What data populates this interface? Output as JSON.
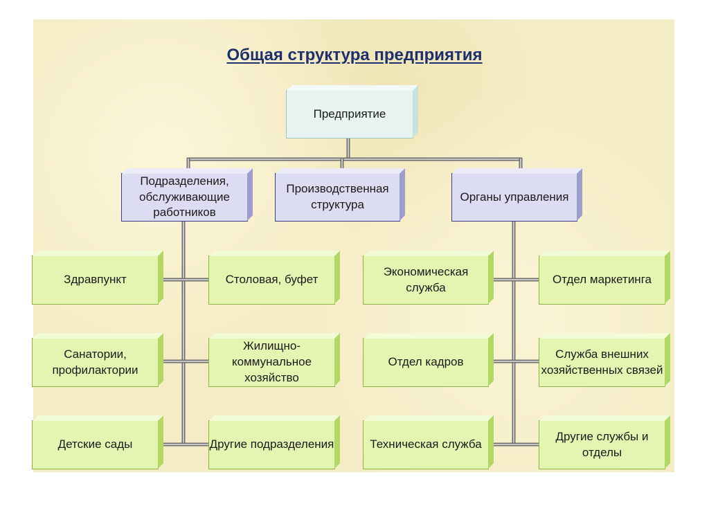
{
  "title": "Общая структура предприятия",
  "root": {
    "label": "Предприятие"
  },
  "branches": [
    {
      "label": "Подразделения, обслуживающие работников",
      "children": [
        "Здравпункт",
        "Столовая, буфет",
        "Санатории, профилактории",
        "Жилищно-коммунальное хозяйство",
        "Детские сады",
        "Другие подразделения"
      ]
    },
    {
      "label": "Производственная структура",
      "children": []
    },
    {
      "label": "Органы управления",
      "children": [
        "Экономическая служба",
        "Отдел маркетинга",
        "Отдел кадров",
        "Служба внешних хозяйственных связей",
        "Техническая служба",
        "Другие службы и отделы"
      ]
    }
  ],
  "colors": {
    "background": "#f4ecc4",
    "title": "#1d2f6e",
    "root_fill": "#e8f4f2",
    "branch_fill": "#dcdcf2",
    "leaf_fill": "#e3f5b0",
    "connector": "#9a9a9a"
  }
}
